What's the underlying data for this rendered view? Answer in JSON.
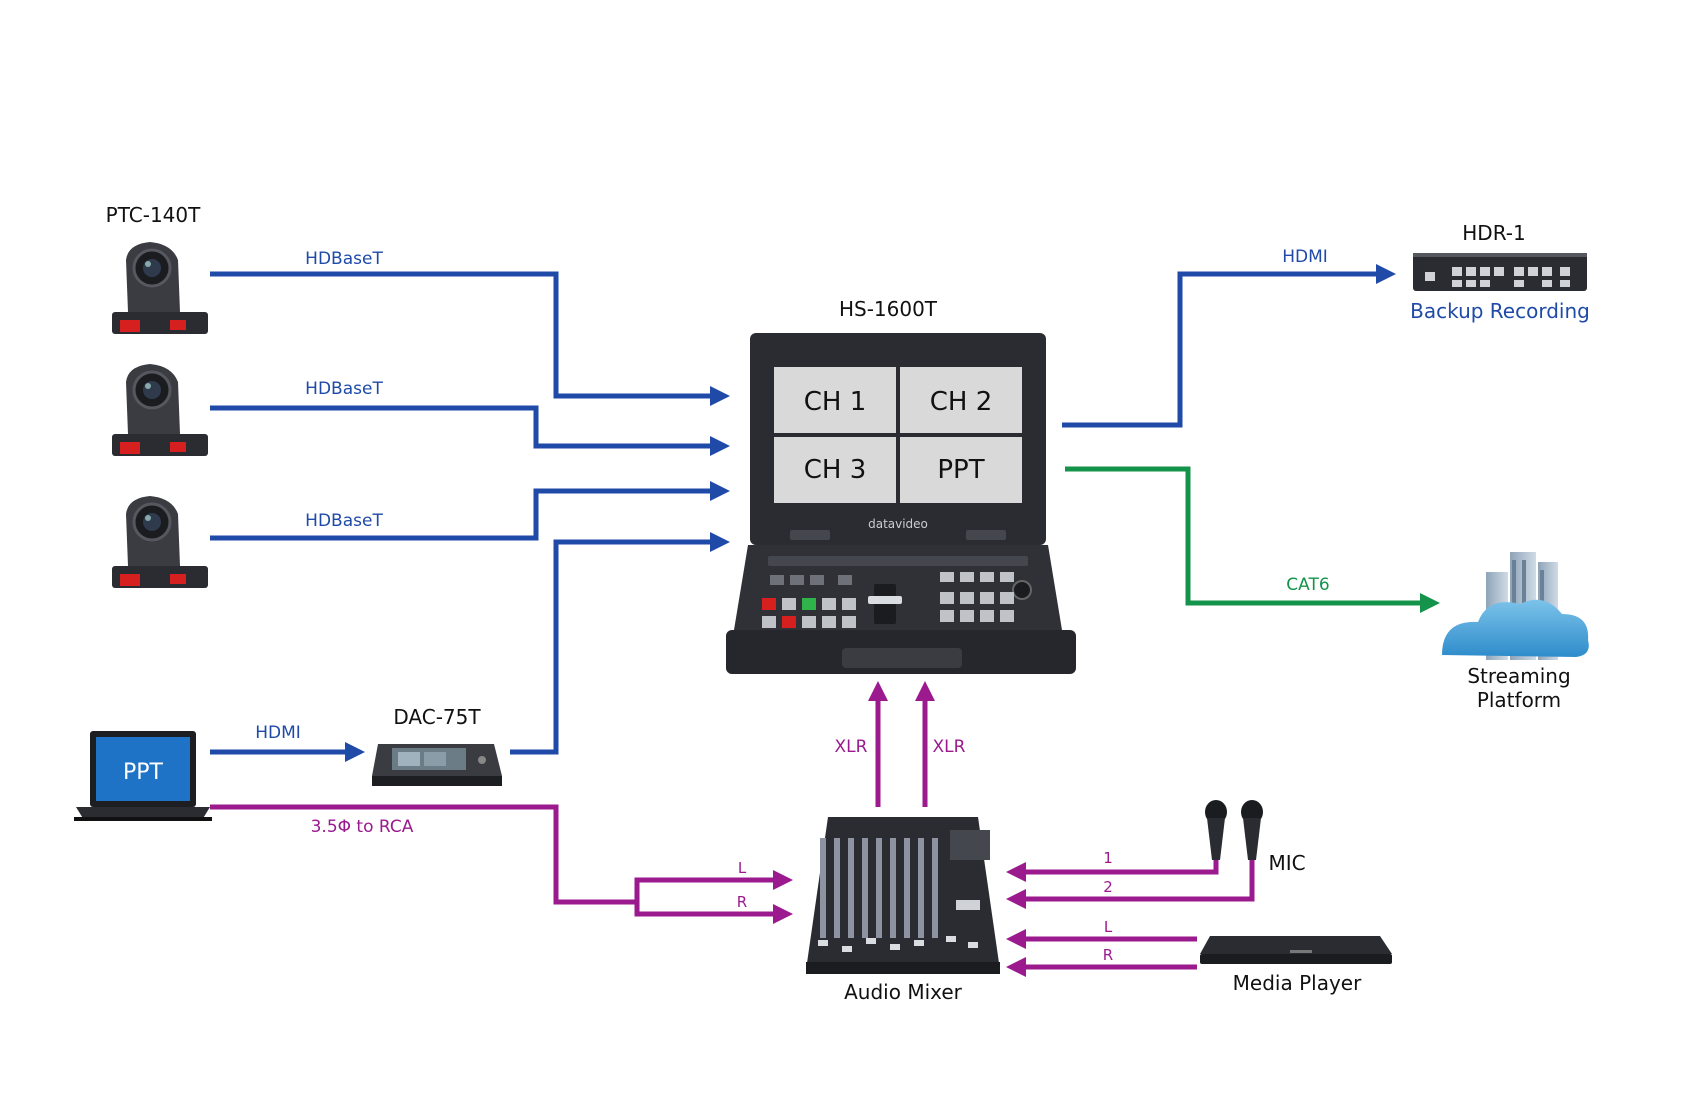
{
  "colors": {
    "hdbaset": "#1f4aa8",
    "cat6": "#14934a",
    "audio": "#9b1a8e",
    "device_dark": "#2a2c31",
    "device_mid": "#44474e",
    "cloud": "#4ba3d6",
    "screen_bg": "#e6e6e6",
    "laptop_screen": "#1f73c6",
    "tally": "#d62020"
  },
  "devices": {
    "camera": "PTC-140T",
    "switcher": "HS-1600T",
    "recorder": "HDR-1",
    "recorder_role": "Backup Recording",
    "converter": "DAC-75T",
    "laptop_screen_text": "PPT",
    "mixer": "Audio Mixer",
    "mic": "MIC",
    "media_player": "Media Player",
    "streaming_line1": "Streaming",
    "streaming_line2": "Platform",
    "switcher_brand": "datavideo"
  },
  "multiview": {
    "ch1": "CH 1",
    "ch2": "CH 2",
    "ch3": "CH 3",
    "ch4": "PPT"
  },
  "connections": {
    "cam1": "HDBaseT",
    "cam2": "HDBaseT",
    "cam3": "HDBaseT",
    "laptop_to_converter": "HDMI",
    "recorder": "HDMI",
    "stream": "CAT6",
    "xlr_left": "XLR",
    "xlr_right": "XLR",
    "laptop_audio": "3.5Φ to RCA",
    "laptop_L": "L",
    "laptop_R": "R",
    "mic1": "1",
    "mic2": "2",
    "player_L": "L",
    "player_R": "R"
  }
}
